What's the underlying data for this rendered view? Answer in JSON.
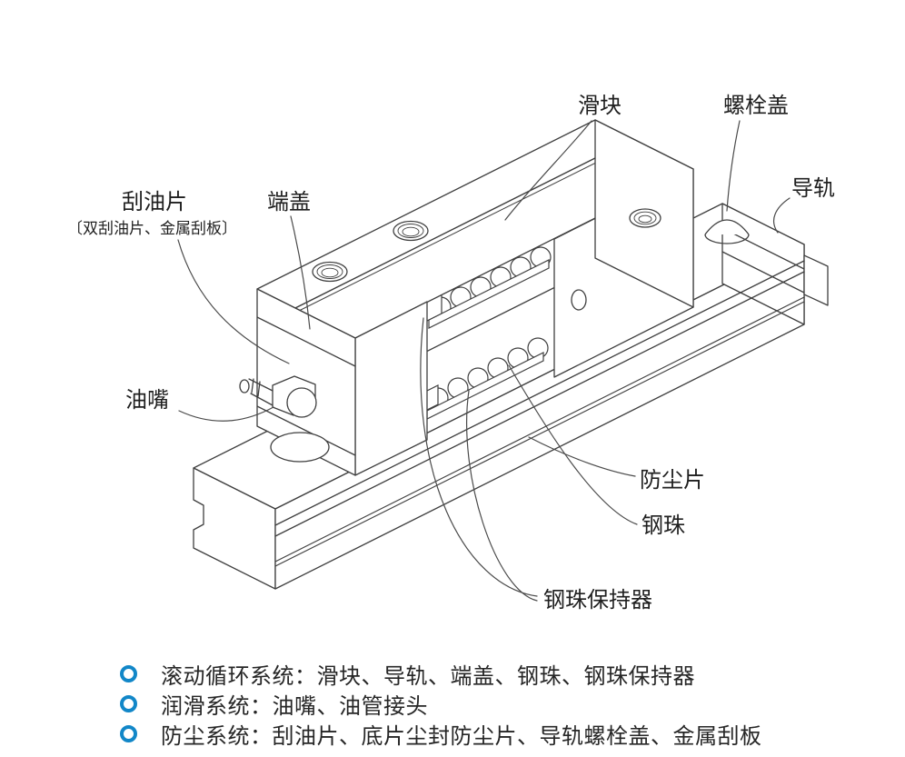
{
  "diagram": {
    "title_hint": "linear-guide-exploded-cutaway-illustration",
    "callouts": {
      "slider": "滑块",
      "bolt_cover": "螺栓盖",
      "rail": "导轨",
      "oil_scraper": "刮油片",
      "oil_scraper_sub": "〔双刮油片、金属刮板〕",
      "end_cap": "端盖",
      "grease_nipple": "油嘴",
      "dust_sheet": "防尘片",
      "steel_ball": "钢珠",
      "ball_retainer": "钢珠保持器"
    }
  },
  "legend": {
    "items": [
      {
        "text": "滚动循环系统：滑块、导轨、端盖、钢珠、钢珠保持器"
      },
      {
        "text": "润滑系统：油嘴、油管接头"
      },
      {
        "text": "防尘系统：刮油片、底片尘封防尘片、导轨螺栓盖、金属刮板"
      }
    ]
  },
  "colors": {
    "line": "#3f3f3f",
    "text": "#1f1f1f",
    "bullet_blue": "#1287c8",
    "background": "#ffffff"
  }
}
